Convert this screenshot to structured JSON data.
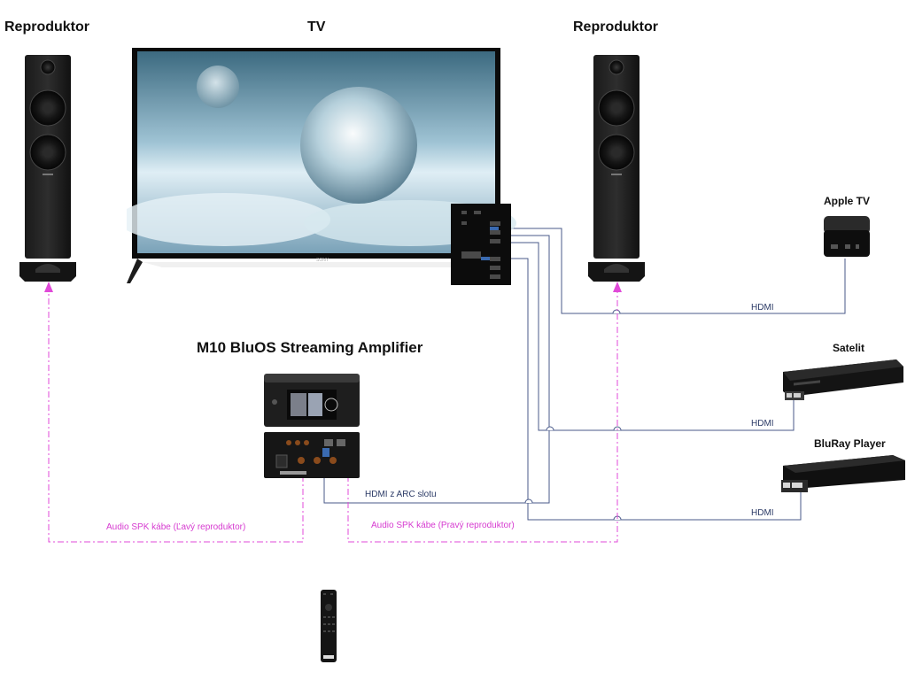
{
  "labels": {
    "speaker_left": "Reproduktor",
    "tv": "TV",
    "speaker_right": "Reproduktor",
    "apple_tv": "Apple TV",
    "amplifier": "M10 BluOS Streaming Amplifier",
    "satelit": "Satelit",
    "bluray": "BluRay Player"
  },
  "cables": {
    "hdmi_apple": "HDMI",
    "hdmi_satelit": "HDMI",
    "hdmi_bluray": "HDMI",
    "hdmi_arc": "HDMI z ARC slotu",
    "audio_left": "Audio SPK kábe (Ľavý reproduktor)",
    "audio_right": "Audio SPK kábe (Pravý reproduktor)"
  },
  "brands": {
    "tv_brand": "SONY"
  },
  "colors": {
    "hdmi_line": "#4a5a8a",
    "audio_line": "#e04ad8"
  }
}
